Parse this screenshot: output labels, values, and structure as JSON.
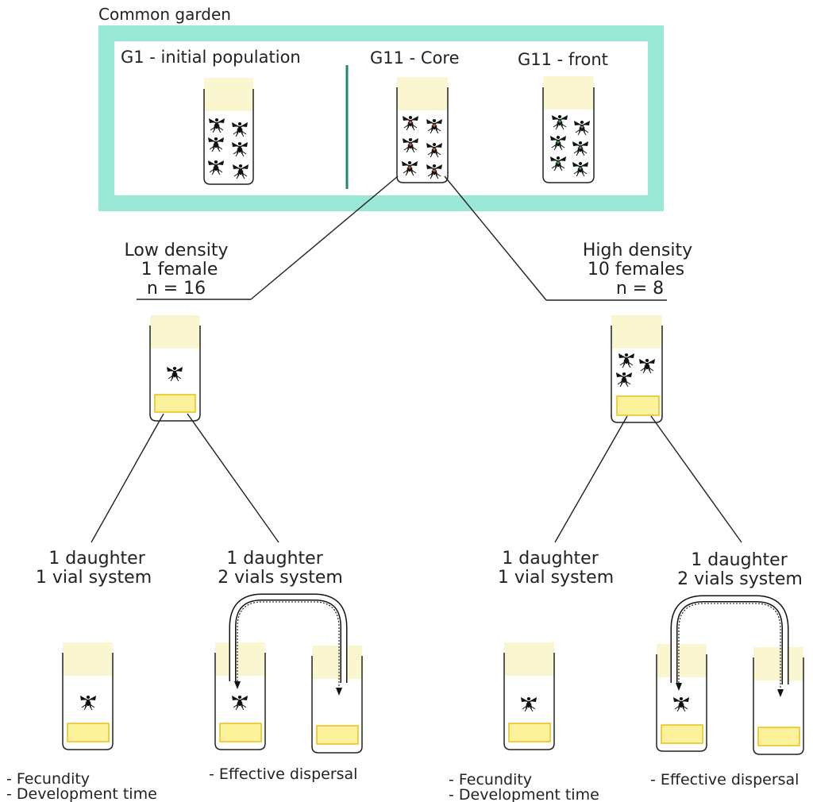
{
  "garden": {
    "title": "Common garden",
    "g1_label": "G1 - initial population",
    "core_label": "G11 - Core",
    "front_label": "G11 - front"
  },
  "low": {
    "line1": "Low density",
    "line2": "1 female",
    "line3": "n = 16"
  },
  "high": {
    "line1": "High density",
    "line2": "10 females",
    "line3": "n = 8"
  },
  "systems": {
    "low_one": {
      "line1": "1 daughter",
      "line2": "1 vial system"
    },
    "low_two": {
      "line1": "1 daughter",
      "line2": "2 vials system"
    },
    "high_one": {
      "line1": "1 daughter",
      "line2": "1 vial system"
    },
    "high_two": {
      "line1": "1 daughter",
      "line2": "2 vials system"
    }
  },
  "measures": {
    "fecundity": "- Fecundity",
    "development": "- Development time",
    "dispersal": "- Effective dispersal",
    "fecundity2": "- Fecundity",
    "development2": "- Development time",
    "dispersal2": "- Effective dispersal"
  },
  "colors": {
    "garden_frame": "#9be7d6",
    "garden_title": "#1a9a74",
    "divider": "#1a8a6a",
    "g1_text": "#666666",
    "core_text": "#c0392b",
    "front_text": "#2e7d32",
    "plug": "#faf6d0",
    "food_fill": "#fbf29b",
    "food_stroke": "#e8c01e",
    "fly": "#111111",
    "core_fly_accent": "#d9533f",
    "front_fly_accent": "#43a047"
  }
}
